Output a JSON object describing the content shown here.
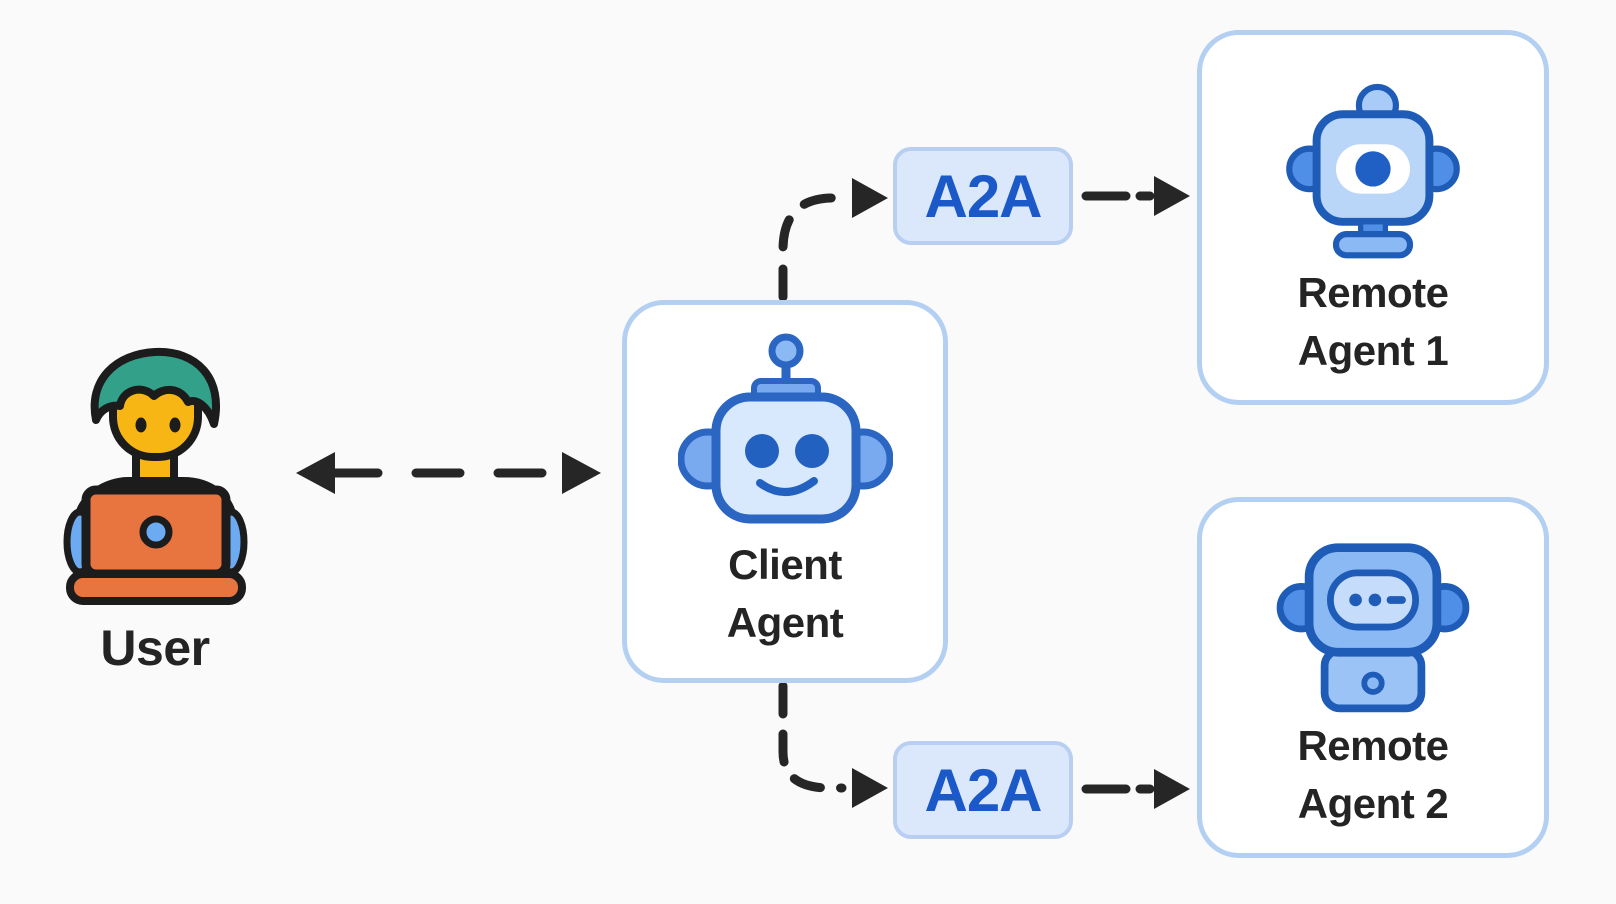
{
  "diagram": {
    "description": "A2A protocol architecture: a user talks to a client agent, which communicates with two remote agents over A2A",
    "nodes": {
      "user": {
        "label": "User",
        "icon": "user-laptop-icon"
      },
      "client": {
        "label": "Client Agent",
        "line1": "Client",
        "line2": "Agent",
        "icon": "client-robot-icon"
      },
      "remote1": {
        "label": "Remote Agent 1",
        "line1": "Remote",
        "line2": "Agent 1",
        "icon": "remote-robot-1-icon"
      },
      "remote2": {
        "label": "Remote Agent 2",
        "line1": "Remote",
        "line2": "Agent 2",
        "icon": "remote-robot-2-icon"
      }
    },
    "badges": {
      "top": {
        "label": "A2A"
      },
      "bottom": {
        "label": "A2A"
      }
    },
    "edges": [
      {
        "from": "user",
        "to": "client",
        "style": "dashed",
        "direction": "bidirectional"
      },
      {
        "from": "client",
        "to": "a2a-top",
        "style": "dashed",
        "direction": "forward"
      },
      {
        "from": "a2a-top",
        "to": "remote1",
        "style": "dashed",
        "direction": "forward"
      },
      {
        "from": "client",
        "to": "a2a-bottom",
        "style": "dashed",
        "direction": "forward"
      },
      {
        "from": "a2a-bottom",
        "to": "remote2",
        "style": "dashed",
        "direction": "forward"
      }
    ],
    "colors": {
      "background": "#fafafa",
      "node_fill": "#ffffff",
      "node_border": "#b3d0f2",
      "badge_fill": "#dbe8fc",
      "badge_border": "#b9cff2",
      "badge_text": "#1b59c9",
      "label_text": "#242424",
      "arrow": "#262626",
      "robot_outline": "#2a66c2",
      "robot_light_blue": "#d9e9fd",
      "robot_mid_blue": "#79aaf0",
      "user_hair_teal": "#33a18a",
      "user_skin_yellow": "#f7b613",
      "user_laptop_orange": "#e8743f"
    }
  }
}
